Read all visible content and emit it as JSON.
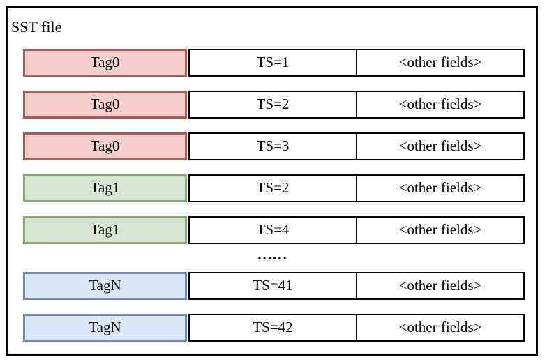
{
  "diagram": {
    "title": "SST file",
    "colors": {
      "red": {
        "fill": "#f6cfcc",
        "border": "#a85e57"
      },
      "green": {
        "fill": "#d7e6d3",
        "border": "#85a96e"
      },
      "blue": {
        "fill": "#dbe8f8",
        "border": "#708db5"
      }
    },
    "rows": [
      {
        "tag": "Tag0",
        "ts": "TS=1",
        "other": "<other fields>",
        "group": "red"
      },
      {
        "tag": "Tag0",
        "ts": "TS=2",
        "other": "<other fields>",
        "group": "red"
      },
      {
        "tag": "Tag0",
        "ts": "TS=3",
        "other": "<other fields>",
        "group": "red"
      },
      {
        "tag": "Tag1",
        "ts": "TS=2",
        "other": "<other fields>",
        "group": "green"
      },
      {
        "tag": "Tag1",
        "ts": "TS=4",
        "other": "<other fields>",
        "group": "green"
      },
      {
        "type": "ellipsis",
        "label": "......"
      },
      {
        "tag": "TagN",
        "ts": "TS=41",
        "other": "<other fields>",
        "group": "blue"
      },
      {
        "tag": "TagN",
        "ts": "TS=42",
        "other": "<other fields>",
        "group": "blue"
      }
    ]
  }
}
